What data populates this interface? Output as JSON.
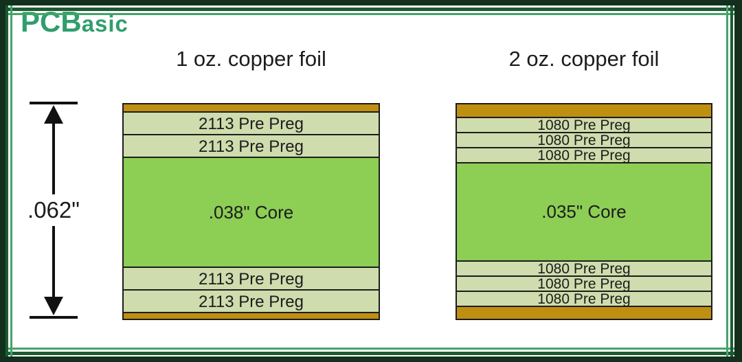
{
  "brand": {
    "name": "PCBasic",
    "logo_main": "PCB",
    "logo_sub": "asic"
  },
  "dimension": {
    "label": ".062\""
  },
  "panels": [
    {
      "title": "1 oz. copper foil",
      "layers": [
        {
          "type": "copper",
          "label": "",
          "height": 10
        },
        {
          "type": "prepreg",
          "label": "2113 Pre Preg",
          "height": 33
        },
        {
          "type": "prepreg",
          "label": "2113 Pre Preg",
          "height": 33
        },
        {
          "type": "core",
          "label": ".038\" Core",
          "height": 147
        },
        {
          "type": "prepreg",
          "label": "2113 Pre Preg",
          "height": 33
        },
        {
          "type": "prepreg",
          "label": "2113 Pre Preg",
          "height": 33
        },
        {
          "type": "copper",
          "label": "",
          "height": 10
        }
      ]
    },
    {
      "title": "2 oz. copper foil",
      "layers": [
        {
          "type": "copper",
          "label": "",
          "height": 18
        },
        {
          "type": "prepreg",
          "label": "1080 Pre Preg",
          "height": 22
        },
        {
          "type": "prepreg",
          "label": "1080 Pre Preg",
          "height": 22
        },
        {
          "type": "prepreg",
          "label": "1080 Pre Preg",
          "height": 22
        },
        {
          "type": "core",
          "label": ".035\" Core",
          "height": 126
        },
        {
          "type": "prepreg",
          "label": "1080 Pre Preg",
          "height": 22
        },
        {
          "type": "prepreg",
          "label": "1080 Pre Preg",
          "height": 22
        },
        {
          "type": "prepreg",
          "label": "1080 Pre Preg",
          "height": 22
        },
        {
          "type": "copper",
          "label": "",
          "height": 19
        }
      ]
    }
  ],
  "colors": {
    "copper": "#bf8f12",
    "prepreg": "#cfdcad",
    "core": "#8dce55",
    "layer_border": "#1c1c1c",
    "frame_band": "#12301d",
    "frame_dark": "#1c5a33",
    "frame_bright": "#43a468",
    "logo_green": "#2f9e6d",
    "text": "#1c1c1c"
  }
}
